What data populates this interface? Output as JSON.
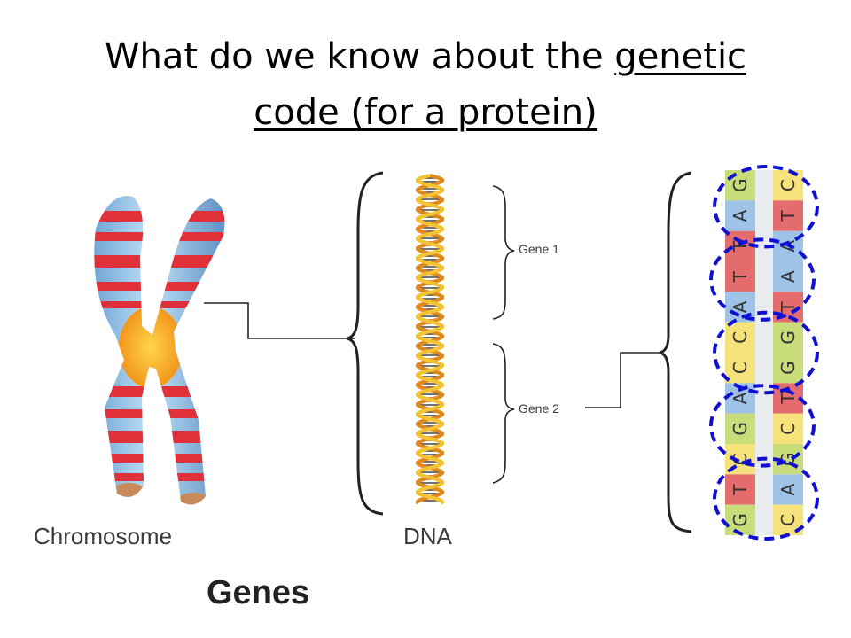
{
  "slide": {
    "title_line1_plain": "What do we know about the ",
    "title_line1_underlined": "genetic",
    "title_line2_underlined": "code (for a protein)"
  },
  "diagram": {
    "chromosome_label": "Chromosome",
    "dna_label": "DNA",
    "genes_label": "Genes",
    "gene1_label": "Gene 1",
    "gene2_label": "Gene 2",
    "left_strand": [
      "G",
      "A",
      "T",
      "T",
      "A",
      "C",
      "C",
      "A",
      "G",
      "C",
      "T",
      "G"
    ],
    "right_strand": [
      "C",
      "T",
      "A",
      "A",
      "T",
      "G",
      "G",
      "T",
      "C",
      "G",
      "A",
      "C"
    ],
    "base_colors": {
      "A": "#9ec3e6",
      "T": "#e46c6c",
      "G": "#c8dd7a",
      "C": "#f6e27a"
    },
    "codon_count": 5,
    "colors": {
      "chromosome_blue": "#6fa8d8",
      "chromosome_red": "#e0313a",
      "centromere": "#f6a821",
      "codon_circle": "#1010d0"
    }
  }
}
